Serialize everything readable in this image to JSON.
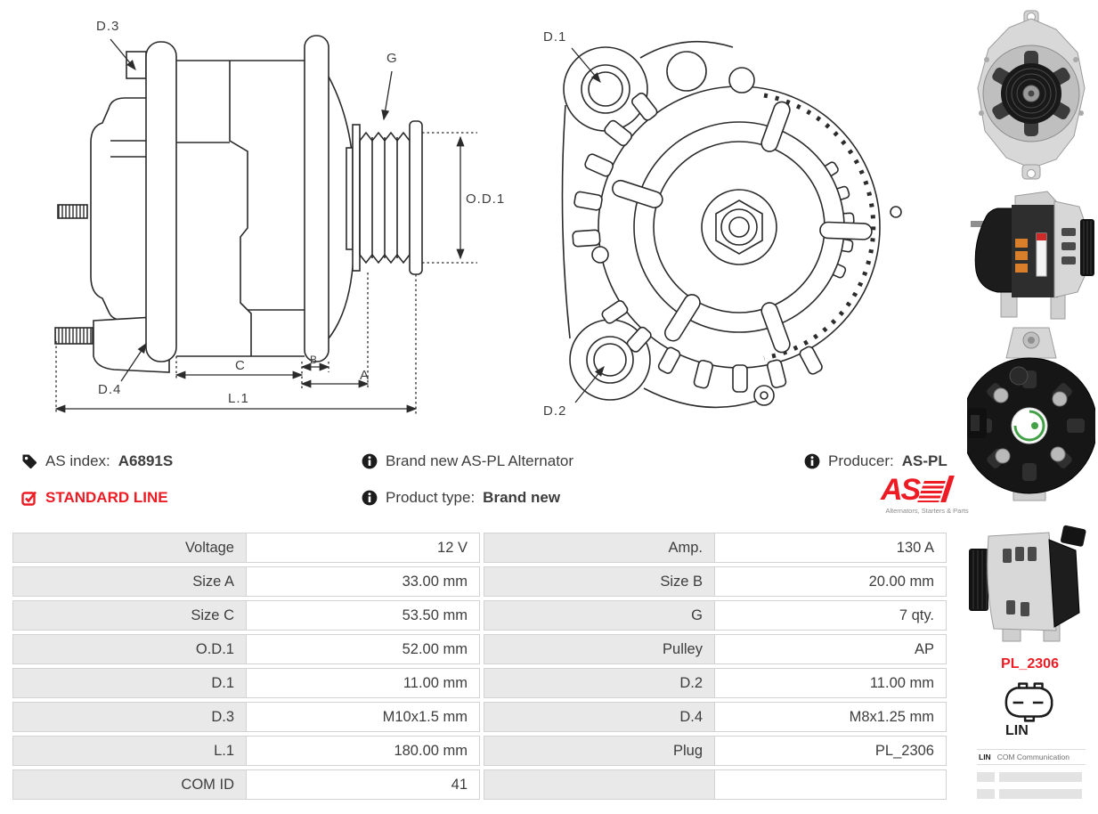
{
  "colors": {
    "accent_red": "#ed1c24",
    "drawing_line": "#2b2b2b",
    "text": "#3d3d3d",
    "table_label_bg": "#e9e9e9",
    "table_border": "#d2d2d2",
    "placeholder_bar": "#e3e3e3"
  },
  "info": {
    "as_index_label": "AS index:",
    "as_index_value": "A6891S",
    "standard_line": "STANDARD LINE",
    "brand_line": "Brand new AS-PL Alternator",
    "product_type_label": "Product type:",
    "product_type_value": "Brand new",
    "producer_label": "Producer:",
    "producer_value": "AS-PL"
  },
  "logo": {
    "text": "AS",
    "tagline": "Alternators, Starters & Parts"
  },
  "diagram_side": {
    "labels": {
      "d3": "D.3",
      "g": "G",
      "od1": "O.D.1",
      "d4": "D.4",
      "c": "C",
      "b": "B",
      "a": "A",
      "l1": "L.1"
    }
  },
  "diagram_front": {
    "labels": {
      "d1": "D.1",
      "d2": "D.2"
    }
  },
  "table": {
    "rows": [
      {
        "l1": "Voltage",
        "v1": "12 V",
        "l2": "Amp.",
        "v2": "130 A"
      },
      {
        "l1": "Size A",
        "v1": "33.00 mm",
        "l2": "Size B",
        "v2": "20.00 mm"
      },
      {
        "l1": "Size C",
        "v1": "53.50 mm",
        "l2": "G",
        "v2": "7 qty."
      },
      {
        "l1": "O.D.1",
        "v1": "52.00 mm",
        "l2": "Pulley",
        "v2": "AP"
      },
      {
        "l1": "D.1",
        "v1": "11.00 mm",
        "l2": "D.2",
        "v2": "11.00 mm"
      },
      {
        "l1": "D.3",
        "v1": "M10x1.5 mm",
        "l2": "D.4",
        "v2": "M8x1.25 mm"
      },
      {
        "l1": "L.1",
        "v1": "180.00 mm",
        "l2": "Plug",
        "v2": "PL_2306"
      },
      {
        "l1": "COM ID",
        "v1": "41",
        "l2": "",
        "v2": ""
      }
    ]
  },
  "sidebar": {
    "plug_code": "PL_2306",
    "plug_label": "LIN",
    "legend_key": "LIN",
    "legend_value": "COM Communication"
  }
}
